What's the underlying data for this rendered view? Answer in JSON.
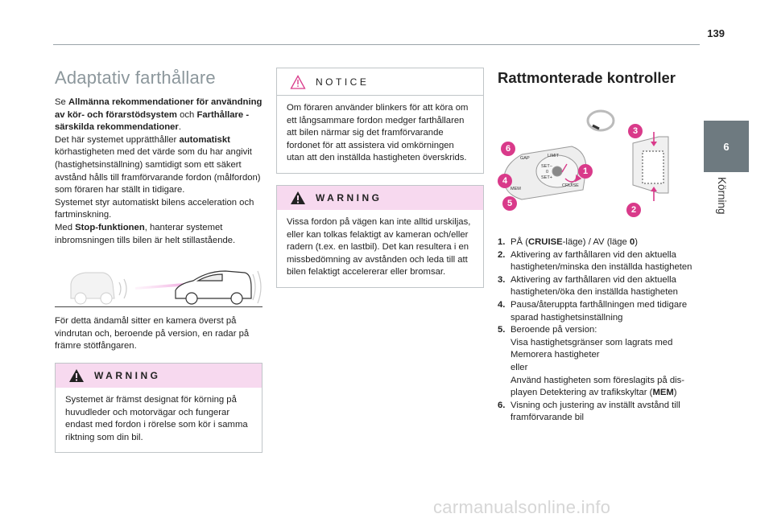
{
  "page": {
    "number": "139",
    "chapter_number": "6",
    "chapter_label": "Körning"
  },
  "col1": {
    "title": "Adaptativ farthållare",
    "intro": {
      "p1_a": "Se ",
      "p1_b": "Allmänna rekommendationer för användning av kör- och förarstödsystem",
      "p1_c": " och ",
      "p1_d": "Farthållare - särskilda rekommendationer",
      "p1_e": ".",
      "p2_a": "Det här systemet upprätthåller ",
      "p2_b": "automatiskt",
      "p2_c": " körhastigheten med det värde som du har angivit (hastighetsinställning) samtidigt som ett säkert avstånd hålls till framförvarande fordon (målfordon) som föraren har ställt in tidigare.",
      "p3": "Systemet styr automatiskt bilens acceleration och fartminskning.",
      "p4_a": "Med ",
      "p4_b": "Stop-funktionen",
      "p4_c": ", hanterar systemet inbromsningen tills bilen är helt stillastående."
    },
    "camera_text": "För detta ändamål sitter en kamera överst på vindrutan och, beroende på version, en radar på främre stötfångaren.",
    "warning": {
      "heading": "WARNING",
      "text": "Systemet är främst designat för körning på huvudleder och motorvägar och fungerar endast med fordon i rörelse som kör i samma riktning som din bil."
    }
  },
  "col2": {
    "notice": {
      "heading": "NOTICE",
      "text": "Om föraren använder blinkers för att köra om ett långsammare fordon medger farthållaren att bilen närmar sig det framförvarande fordonet för att assistera vid omkörningen utan att den inställda hastigheten överskrids."
    },
    "warning": {
      "heading": "WARNING",
      "text": "Vissa fordon på vägen kan inte alltid urskiljas, eller kan tolkas felaktigt av kameran och/eller radern (t.ex. en lastbil). Det kan resultera i en missbedömning av avstånden och leda till att bilen felaktigt accelererar eller bromsar."
    }
  },
  "col3": {
    "title": "Rattmonterade kontroller",
    "markers": [
      "1",
      "2",
      "3",
      "4",
      "5",
      "6"
    ],
    "lever_labels": {
      "gap": "GAP",
      "mem": "MEM",
      "limit": "LIMIT",
      "cruise": "CRUISE",
      "set_minus": "SET−",
      "set_plus": "SET+",
      "zero": "0"
    },
    "steps": [
      {
        "n": "1.",
        "a": "PÅ (",
        "b": "CRUISE",
        "c": "-läge) / AV (läge ",
        "d": "0",
        "e": ")"
      },
      {
        "n": "2.",
        "a": "Aktivering av farthållaren vid den aktuella hastigheten/minska den inställda hastigheten"
      },
      {
        "n": "3.",
        "a": "Aktivering av farthållaren vid den aktuella hastigheten/öka den inställda hastigheten"
      },
      {
        "n": "4.",
        "a": "Pausa/återuppta farthållningen med tidigare sparad hastighetsinställning"
      },
      {
        "n": "5.",
        "a": "Beroende på version:",
        "l2": "Visa hastighetsgränser som lagrats med Memorera hastigheter",
        "l3": "eller",
        "l4a": "Använd hastigheten som föreslagits på dis-playen Detektering av trafikskyltar (",
        "l4b": "MEM",
        "l4c": ")"
      },
      {
        "n": "6.",
        "a": "Visning och justering av inställt avstånd till framförvarande bil"
      }
    ]
  },
  "footer": {
    "watermark": "carmanualsonline.info"
  },
  "colors": {
    "accent_pink": "#d93a8a",
    "warning_bg": "#f7d9ef",
    "tab_grey": "#6e7a80"
  }
}
